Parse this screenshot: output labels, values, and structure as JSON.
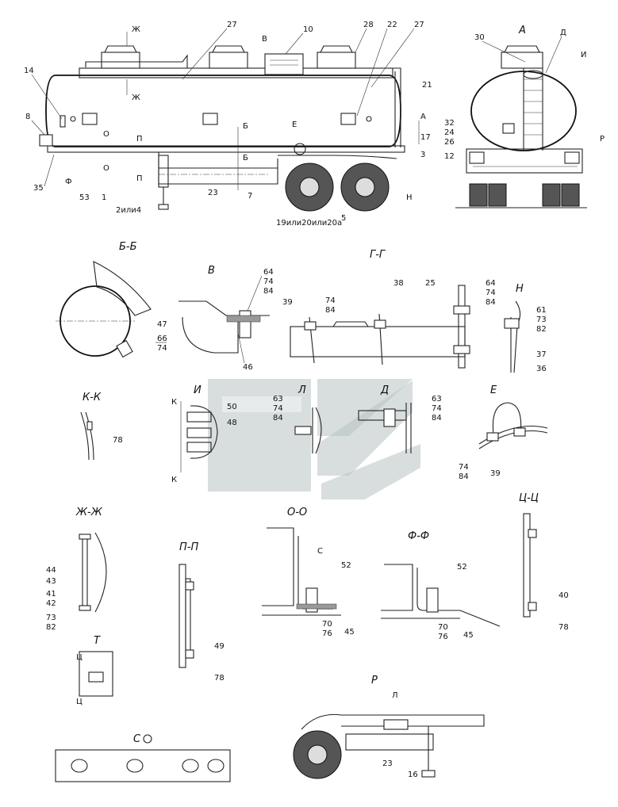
{
  "views": {
    "side": {
      "labels": [
        "14",
        "8",
        "35",
        "Ф",
        "53",
        "1",
        "О",
        "О",
        "П",
        "П",
        "2или4",
        "23",
        "7",
        "Б",
        "Б",
        "Е",
        "19или20или20а",
        "5",
        "Н",
        "3",
        "17",
        "21",
        "А",
        "27",
        "В",
        "10",
        "28",
        "22",
        "27",
        "Ж",
        "Ж"
      ]
    },
    "front": {
      "title": "А",
      "labels": [
        "30",
        "Д",
        "И",
        "32",
        "26",
        "24",
        "12",
        "Р"
      ]
    },
    "bb": {
      "title": "Б-Б",
      "labels": [
        "47",
        "66",
        "74"
      ]
    },
    "v": {
      "title": "В",
      "labels": [
        "64",
        "74",
        "84",
        "46"
      ]
    },
    "gg": {
      "title": "Г-Г",
      "labels": [
        "39",
        "74",
        "84",
        "38",
        "25",
        "64",
        "74",
        "84"
      ]
    },
    "n": {
      "title": "Н",
      "labels": [
        "61",
        "73",
        "82",
        "37",
        "36"
      ]
    },
    "kk": {
      "title": "К-К",
      "labels": [
        "78"
      ]
    },
    "i": {
      "title": "И",
      "labels": [
        "К",
        "К",
        "50",
        "48"
      ]
    },
    "l": {
      "title": "Л",
      "labels": [
        "63",
        "74",
        "84"
      ]
    },
    "d": {
      "title": "Д",
      "labels": [
        "63",
        "74",
        "84"
      ]
    },
    "e": {
      "title": "Е",
      "labels": [
        "74",
        "84",
        "39"
      ]
    },
    "zhzh": {
      "title": "Ж-Ж",
      "labels": [
        "44",
        "43",
        "41",
        "42",
        "73",
        "82"
      ]
    },
    "pp": {
      "title": "П-П",
      "labels": [
        "49",
        "78"
      ]
    },
    "oo": {
      "title": "О-О",
      "labels": [
        "С",
        "52",
        "70",
        "76",
        "45"
      ]
    },
    "ff": {
      "title": "Ф-Ф",
      "labels": [
        "52",
        "70",
        "76",
        "45"
      ]
    },
    "tsts": {
      "title": "Ц-Ц",
      "labels": [
        "40",
        "78"
      ]
    },
    "t": {
      "title": "Т",
      "labels": [
        "Ц",
        "Ц"
      ]
    },
    "r": {
      "title": "Р",
      "labels": [
        "Л",
        "23",
        "16"
      ]
    },
    "s": {
      "title": "С"
    }
  }
}
